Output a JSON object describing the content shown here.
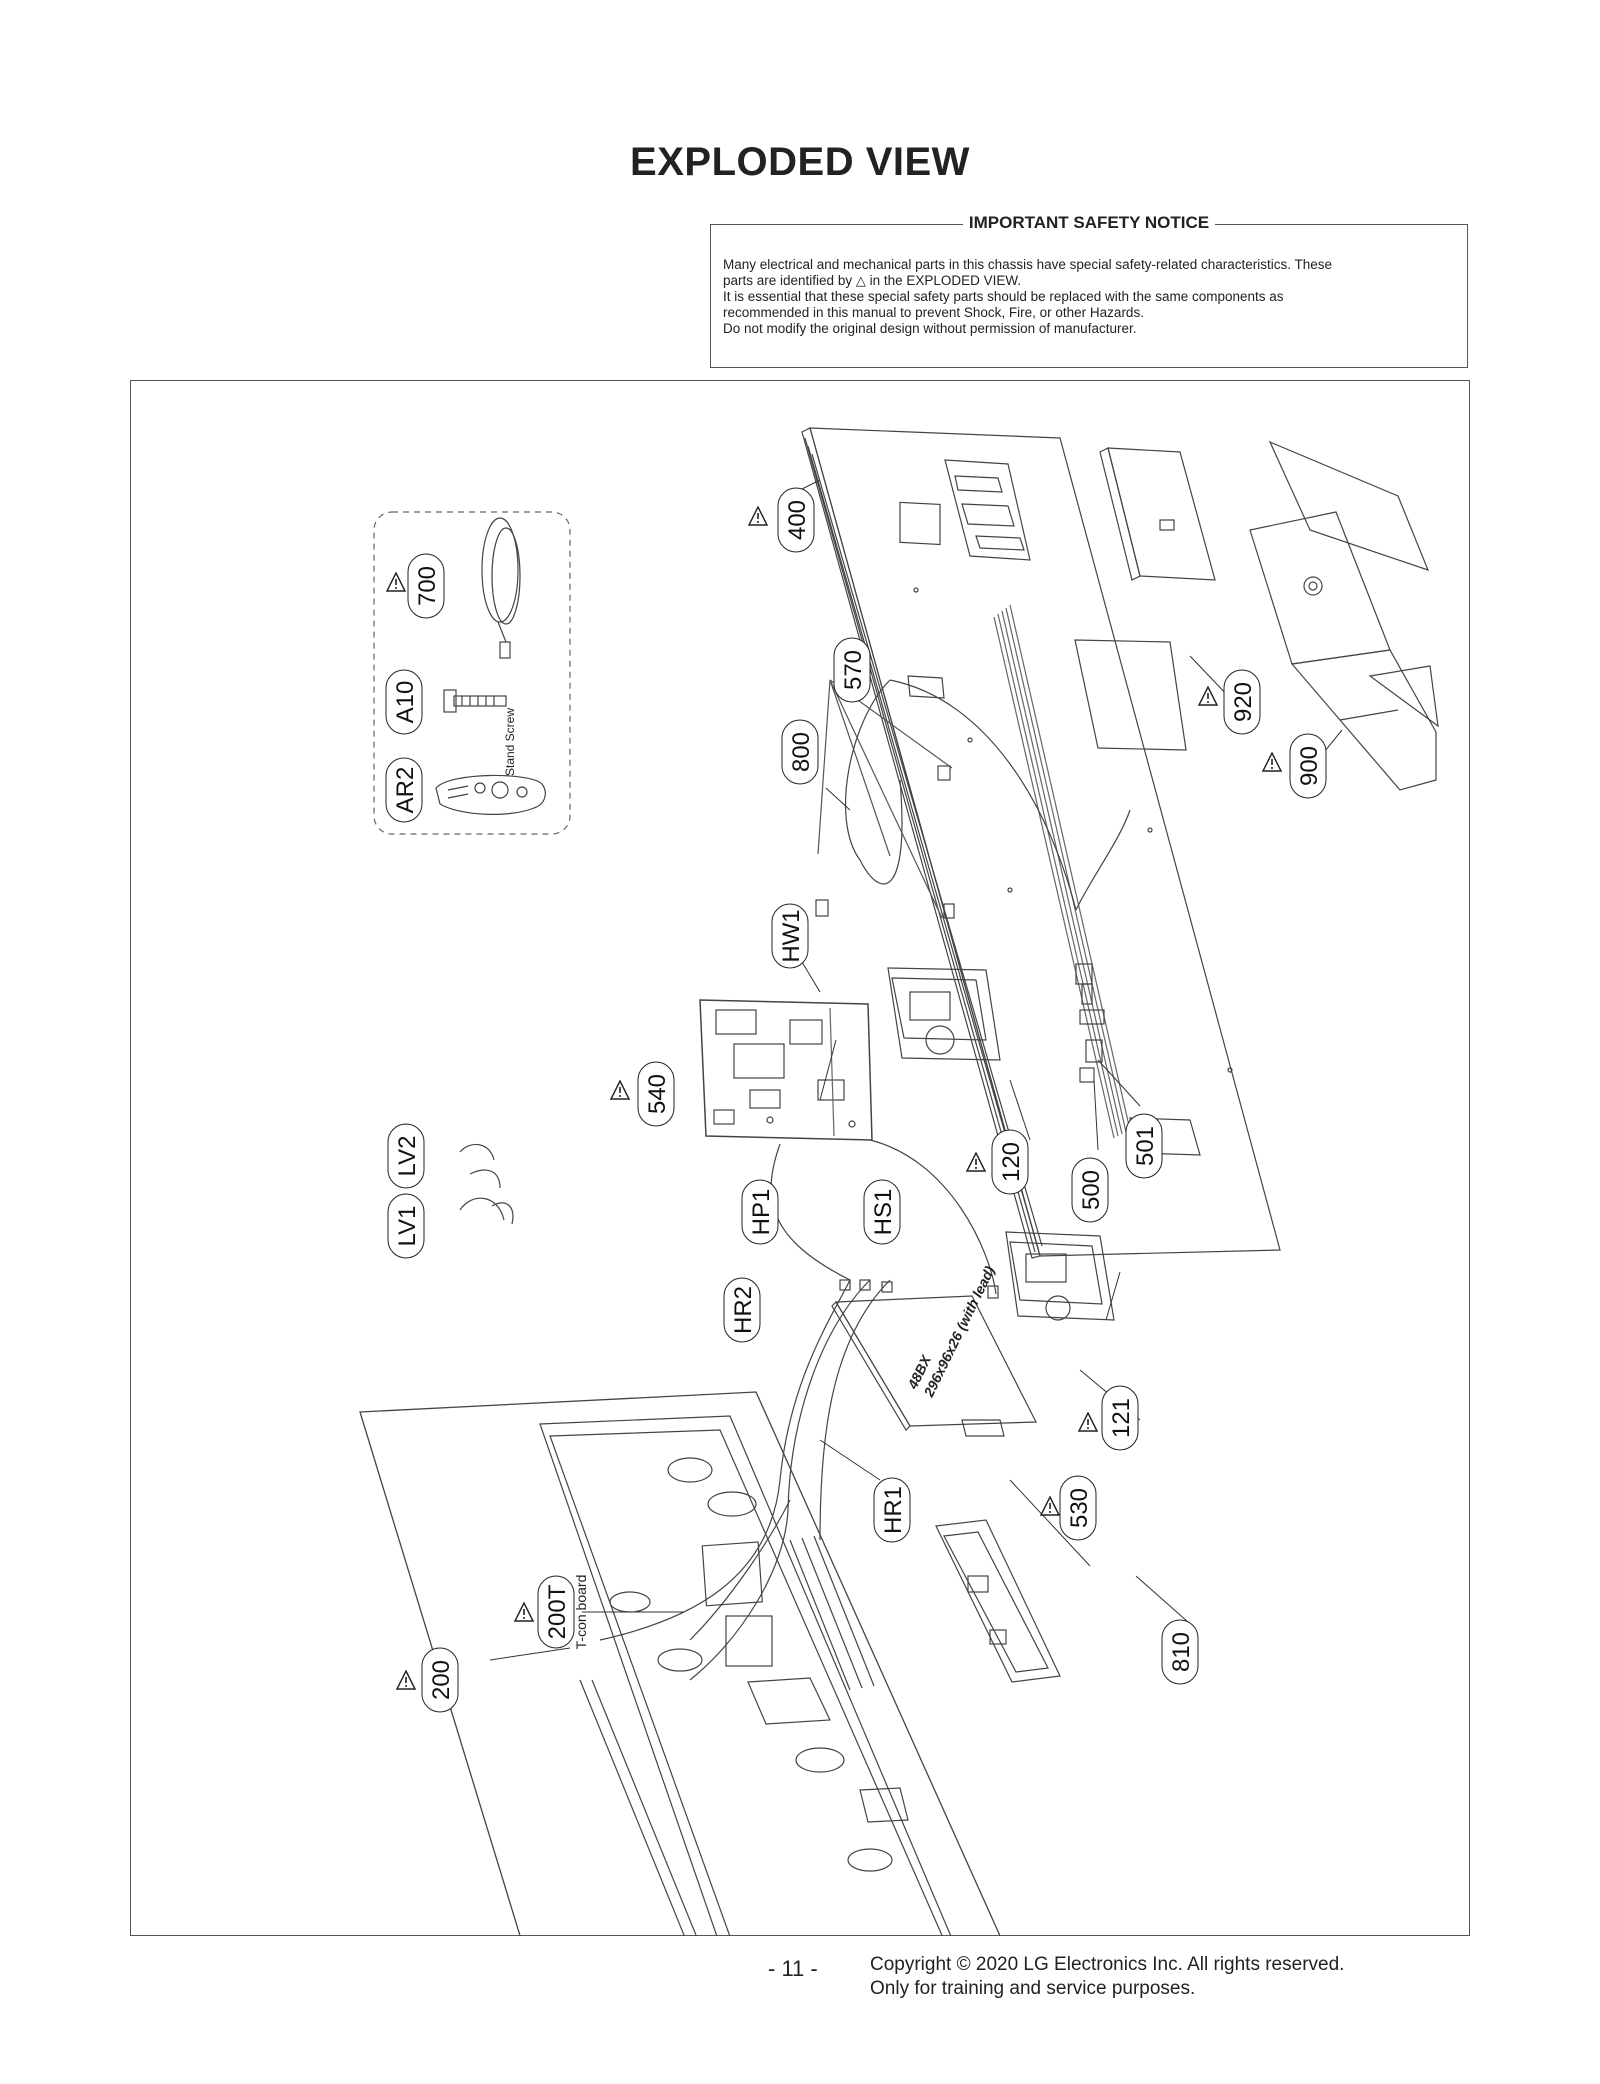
{
  "page_title": "EXPLODED VIEW",
  "safety_notice": {
    "title": "IMPORTANT SAFETY NOTICE",
    "line1": "Many electrical and mechanical parts in this chassis have special safety-related characteristics. These",
    "line2_before": "parts are identified by",
    "line2_after": "in the EXPLODED VIEW.",
    "line3": "It is essential that these special safety parts should be replaced with the same components as",
    "line4": "recommended in this manual to prevent Shock, Fire, or other Hazards.",
    "line5": "Do not modify the original design without permission of manufacturer."
  },
  "parts": {
    "p400": "400",
    "p920": "920",
    "p900": "900",
    "p700": "700",
    "pA10": "A10",
    "pAR2": "AR2",
    "p570": "570",
    "p800": "800",
    "pHW1": "HW1",
    "p540": "540",
    "p120": "120",
    "p500": "500",
    "p501": "501",
    "pLV2": "LV2",
    "pLV1": "LV1",
    "pHP1": "HP1",
    "pHS1": "HS1",
    "pHR2": "HR2",
    "p121": "121",
    "p530": "530",
    "pHR1": "HR1",
    "p810": "810",
    "p200T": "200T",
    "p200": "200"
  },
  "labels": {
    "stand_screw": "Stand Screw",
    "tcon_board": "T-con board",
    "box_line1": "48BX",
    "box_line2": "296x96x26 (with  lead)"
  },
  "footer": {
    "page_number": "- 11 -",
    "copyright": "Copyright © 2020 LG Electronics Inc. All rights reserved.",
    "purpose": "Only for training and service purposes."
  }
}
